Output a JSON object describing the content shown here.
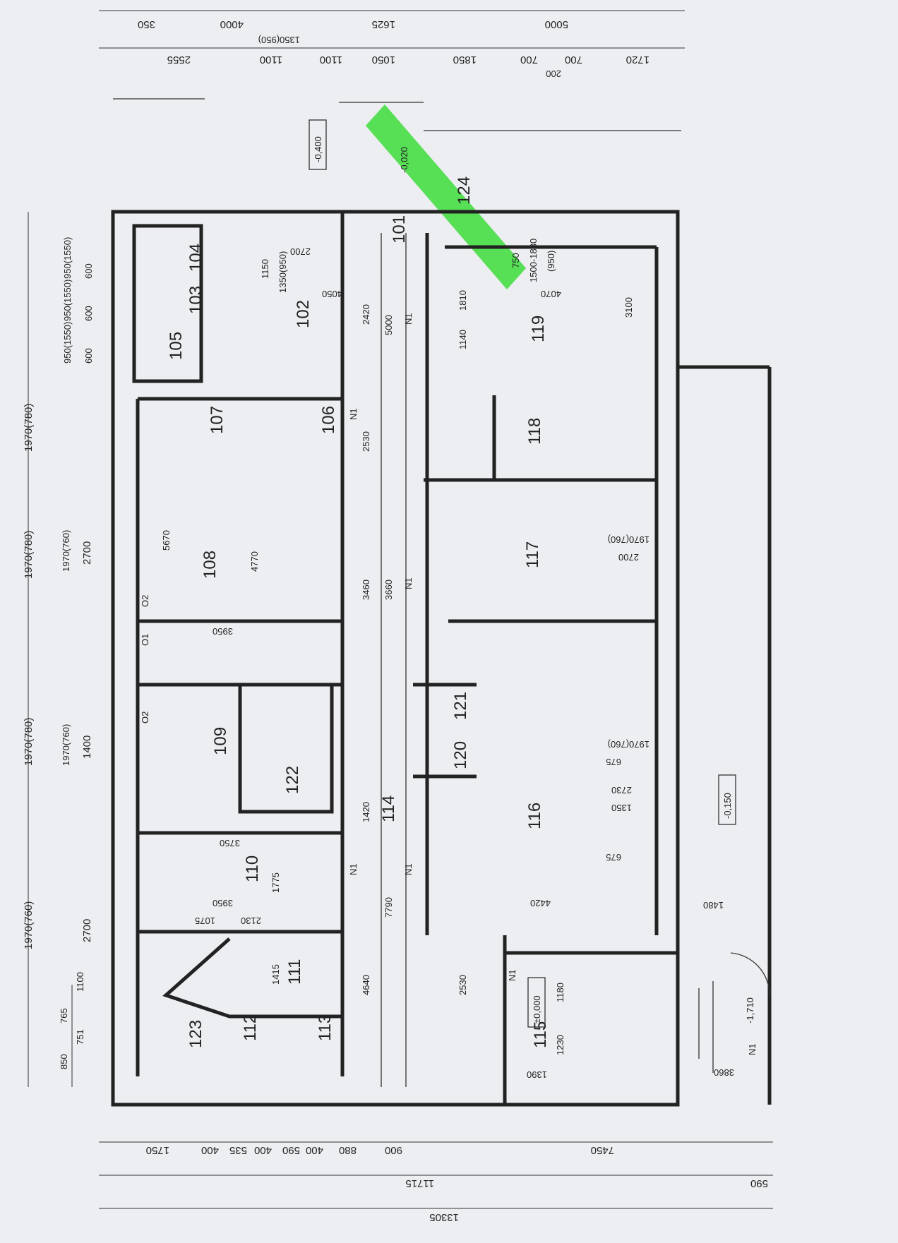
{
  "title": "Floor plan",
  "highlight_color": "#3ddc3a",
  "rooms": {
    "r101": "101",
    "r102": "102",
    "r103": "103",
    "r104": "104",
    "r105": "105",
    "r106": "106",
    "r107": "107",
    "r108": "108",
    "r109": "109",
    "r110": "110",
    "r111": "111",
    "r112": "112",
    "r113": "113",
    "r114": "114",
    "r115": "115",
    "r116": "116",
    "r117": "117",
    "r118": "118",
    "r119": "119",
    "r120": "120",
    "r121": "121",
    "r122": "122",
    "r123": "123",
    "r124": "124"
  },
  "top_dims": {
    "a": "350",
    "b": "4000",
    "c": "1625",
    "d": "5000",
    "e": "1350(950)",
    "f": "2555",
    "g": "1100",
    "h": "1100",
    "i": "1050",
    "j": "1850",
    "k": "700",
    "l": "700",
    "m": "1720",
    "n": "200"
  },
  "bottom_dims": {
    "a": "1750",
    "b": "400",
    "c": "535",
    "d": "400",
    "e": "590",
    "f": "400",
    "g": "880",
    "h": "900",
    "i": "7450",
    "j": "11715",
    "k": "590",
    "l": "13305"
  },
  "left_dims": {
    "a": "950(1550)",
    "b": "600",
    "c": "950(1550)",
    "d": "600",
    "e": "950(1550)",
    "f": "600",
    "g": "1970(780)",
    "h": "1970(780)",
    "i": "2700",
    "j": "1970(760)",
    "k": "1970(780)",
    "l": "1400",
    "m": "1970(760)",
    "n": "2700",
    "o": "1970(760)",
    "p": "850",
    "q": "765",
    "r": "751",
    "s": "1100"
  },
  "interior_dims": {
    "a": "5670",
    "b": "4770",
    "c": "3950",
    "d": "3460",
    "e": "3660",
    "f": "5000",
    "g": "2420",
    "h": "2530",
    "i": "4050",
    "j": "2700",
    "k": "1150",
    "l": "1350(950)",
    "m": "1810",
    "n": "1140",
    "o": "3100",
    "p": "4070",
    "q": "750",
    "r": "1500-1880",
    "s": "(950)",
    "t": "1970(760)",
    "u": "2700",
    "v": "1970(760)",
    "w": "2730",
    "x": "1350",
    "y": "675",
    "z": "675",
    "aa": "4420",
    "ab": "7790",
    "ac": "4640",
    "ad": "1420",
    "ae": "3750",
    "af": "3950",
    "ag": "2130",
    "ah": "1075",
    "ai": "1415",
    "aj": "1775",
    "ak": "2530",
    "al": "1390",
    "am": "1180",
    "an": "1230",
    "ao": "1480",
    "ap": "3860"
  },
  "elevations": {
    "a": "-0,400",
    "b": "-0,020",
    "c": "±0,000",
    "d": "-0,150",
    "e": "-1,710"
  },
  "marks": {
    "n1": "N1",
    "o1": "O1",
    "o2": "O2"
  }
}
